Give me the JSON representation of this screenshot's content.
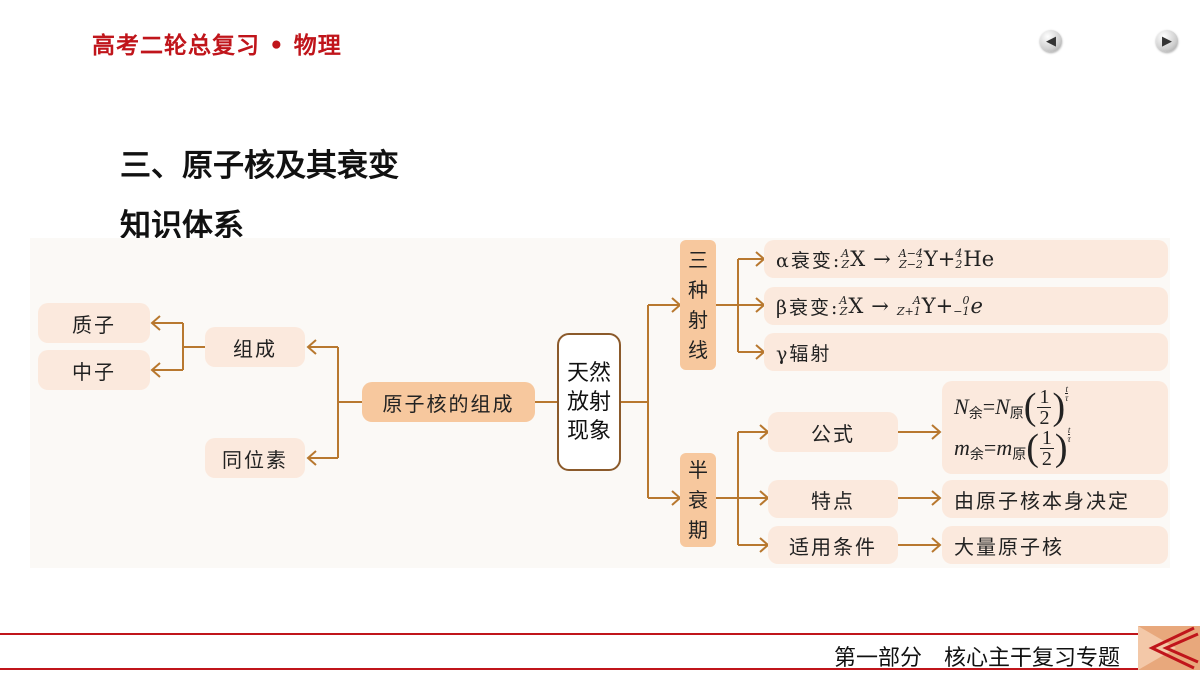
{
  "header": {
    "title": "高考二轮总复习 • 物理"
  },
  "nav": {
    "prev_icon": "back-arrow-icon",
    "next_icon": "forward-arrow-icon"
  },
  "section_title": "三、原子核及其衰变",
  "subtitle": "知识体系",
  "diagram": {
    "center": [
      "天然",
      "放射",
      "现象"
    ],
    "nucleus": "原子核的组成",
    "composition": "组成",
    "proton": "质子",
    "neutron": "中子",
    "isotope": "同位素",
    "three_rays": [
      "三",
      "种",
      "射",
      "线"
    ],
    "half_life": [
      "半",
      "衰",
      "期"
    ],
    "alpha": {
      "label": "α衰变:",
      "a": "A",
      "z": "Z",
      "x": "X",
      "arrow": "→",
      "a2": "A−4",
      "z2": "Z−2",
      "y": "Y+",
      "a3": "4",
      "z3": "2",
      "he": "He"
    },
    "beta": {
      "label": "β衰变:",
      "a": "A",
      "z": "Z",
      "x": "X",
      "arrow": "→",
      "a2": "A",
      "z2": "Z+1",
      "y": "Y+",
      "a3": "0",
      "z3": "−1",
      "e": "e"
    },
    "gamma": "γ辐射",
    "formula": "公式",
    "formula_n": {
      "n1": "N",
      "s1": "余",
      "eq": "=",
      "n2": "N",
      "s2": "原",
      "num": "1",
      "den": "2",
      "exp_num": "t",
      "exp_den": "τ"
    },
    "formula_m": {
      "n1": "m",
      "s1": "余",
      "eq": "=",
      "n2": "m",
      "s2": "原",
      "num": "1",
      "den": "2",
      "exp_num": "t",
      "exp_den": "τ"
    },
    "feature": "特点",
    "feature_desc": "由原子核本身决定",
    "condition": "适用条件",
    "condition_desc": "大量原子核"
  },
  "footer": {
    "text": "第一部分　核心主干复习专题"
  },
  "colors": {
    "accent": "#c0151b",
    "connector": "#b8782f",
    "box_light": "#fbe9dd",
    "box_dark": "#f7c89e"
  }
}
